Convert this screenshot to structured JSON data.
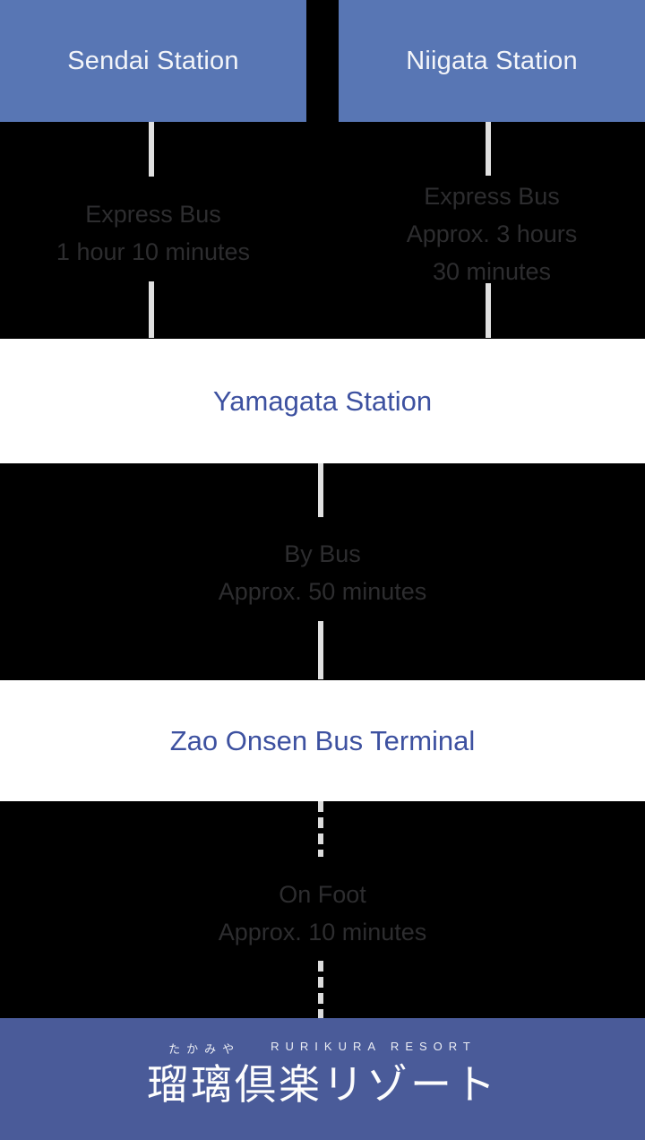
{
  "colors": {
    "background": "#000000",
    "station_box": "#5876b4",
    "footer_bg": "#4a5b99",
    "station_text": "#f3f5f9",
    "hub_text": "#3d51a0",
    "leg_text": "#2d2d2f",
    "connector": "#e0e0e0"
  },
  "stations": {
    "origin_left": "Sendai Station",
    "origin_right": "Niigata Station"
  },
  "hubs": {
    "yamagata": "Yamagata Station",
    "zao_terminal": "Zao Onsen Bus Terminal"
  },
  "legs": {
    "sendai_to_yamagata": {
      "mode": "Express Bus",
      "duration": "1 hour 10 minutes"
    },
    "niigata_to_yamagata": {
      "mode": "Express Bus",
      "duration_line1": "Approx. 3 hours",
      "duration_line2": "30 minutes"
    },
    "yamagata_to_zao": {
      "mode": "By Bus",
      "duration": "Approx. 50 minutes"
    },
    "zao_to_resort": {
      "mode": "On Foot",
      "duration": "Approx. 10 minutes"
    }
  },
  "footer": {
    "reading_label": "たかみや",
    "brand_label": "RURIKURA RESORT",
    "logo": "瑠璃倶楽リゾート"
  }
}
